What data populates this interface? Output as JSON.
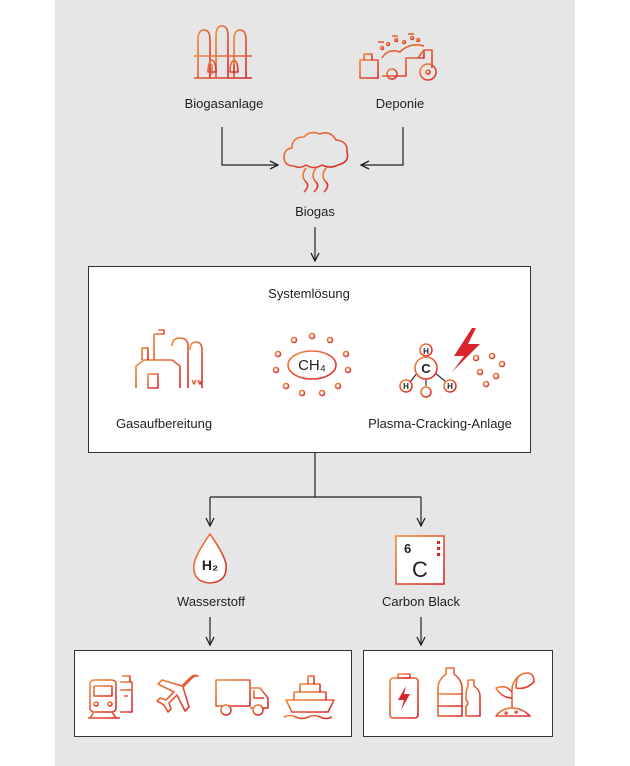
{
  "sources": {
    "biogas_plant": "Biogasanlage",
    "landfill": "Deponie"
  },
  "biogas": "Biogas",
  "system": {
    "title": "Systemlösung",
    "gas_treatment": "Gasaufbereitung",
    "methane": "CH₄",
    "plasma": "Plasma-Cracking-Anlage",
    "atom_h": "H",
    "atom_c": "C"
  },
  "outputs": {
    "hydrogen": {
      "label": "Wasserstoff",
      "symbol": "H₂"
    },
    "carbon": {
      "label": "Carbon Black",
      "number": "6",
      "symbol": "C"
    }
  },
  "colors": {
    "panel_bg": "#e6e6e6",
    "icon_red": "#d8262c",
    "icon_orange": "#f08a3c",
    "line": "#333333"
  },
  "icons": {
    "hydrogen_uses": [
      "train-icon",
      "airplane-icon",
      "truck-icon",
      "ship-icon"
    ],
    "carbon_uses": [
      "battery-icon",
      "bottles-icon",
      "plant-icon"
    ]
  }
}
